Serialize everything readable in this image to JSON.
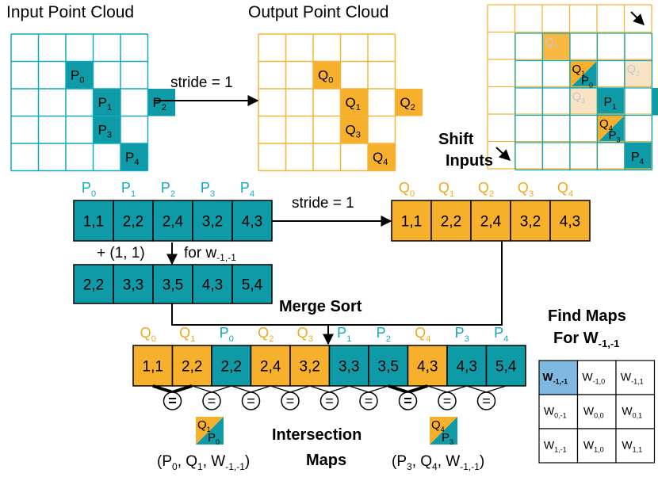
{
  "colors": {
    "teal": "#0E9AA7",
    "teal_line": "#10A9BE",
    "orange": "#F7B02C",
    "orange_line": "#F5B43A",
    "faded_orange": "#F8E3C5",
    "map_highlight": "#7FB8E0"
  },
  "titles": {
    "input": "Input Point Cloud",
    "output": "Output Point Cloud",
    "shift_line1": "Shift",
    "shift_line2": "Inputs",
    "merge_sort": "Merge Sort",
    "intersection": "Intersection",
    "maps": "Maps",
    "find_maps_line1": "Find Maps",
    "find_maps_line2": "For W-1,-1"
  },
  "labels": {
    "stride_top": "stride = 1",
    "stride_mid": "stride = 1",
    "offset": "+ (1, 1)",
    "for_w": "for w-1,-1"
  },
  "input_points": [
    {
      "label": "P0",
      "cell": [
        1,
        2
      ]
    },
    {
      "label": "P1",
      "cell": [
        2,
        3
      ]
    },
    {
      "label": "P2",
      "cell": [
        2,
        5
      ]
    },
    {
      "label": "P3",
      "cell": [
        3,
        3
      ]
    },
    {
      "label": "P4",
      "cell": [
        4,
        4
      ]
    }
  ],
  "output_points": [
    {
      "label": "Q0",
      "cell": [
        1,
        2
      ]
    },
    {
      "label": "Q1",
      "cell": [
        2,
        3
      ]
    },
    {
      "label": "Q2",
      "cell": [
        2,
        5
      ]
    },
    {
      "label": "Q3",
      "cell": [
        3,
        3
      ]
    },
    {
      "label": "Q4",
      "cell": [
        4,
        4
      ]
    }
  ],
  "input_array": {
    "headers": [
      "P0",
      "P1",
      "P2",
      "P3",
      "P4"
    ],
    "values": [
      "1,1",
      "2,2",
      "2,4",
      "3,2",
      "4,3"
    ]
  },
  "output_array": {
    "headers": [
      "Q0",
      "Q1",
      "Q2",
      "Q3",
      "Q4"
    ],
    "values": [
      "1,1",
      "2,2",
      "2,4",
      "3,2",
      "4,3"
    ]
  },
  "shifted_array": {
    "values": [
      "2,2",
      "3,3",
      "3,5",
      "4,3",
      "5,4"
    ]
  },
  "merged_array": {
    "headers": [
      "Q0",
      "Q1",
      "P0",
      "Q2",
      "Q3",
      "P1",
      "P2",
      "Q4",
      "P3",
      "P4"
    ],
    "values": [
      "1,1",
      "2,2",
      "2,2",
      "2,4",
      "3,2",
      "3,3",
      "3,5",
      "4,3",
      "4,3",
      "5,4"
    ],
    "kinds": [
      "o",
      "o",
      "t",
      "o",
      "o",
      "t",
      "t",
      "o",
      "t",
      "t"
    ],
    "comparators": [
      "=",
      "=",
      "=",
      "=",
      "=",
      "=",
      "=",
      "=",
      "="
    ],
    "matches": [
      1,
      7
    ]
  },
  "matches": [
    {
      "q": "Q1",
      "p": "P0",
      "tuple": "(P0, Q1, W-1,-1)"
    },
    {
      "q": "Q4",
      "p": "P3",
      "tuple": "(P3, Q4, W-1,-1)"
    }
  ],
  "weight_grid": [
    [
      "W-1,-1",
      "W-1,0",
      "W-1,1"
    ],
    [
      "W0,-1",
      "W0,0",
      "W0,1"
    ],
    [
      "W1,-1",
      "W1,0",
      "W1,1"
    ]
  ],
  "weight_highlight": [
    0,
    0
  ]
}
